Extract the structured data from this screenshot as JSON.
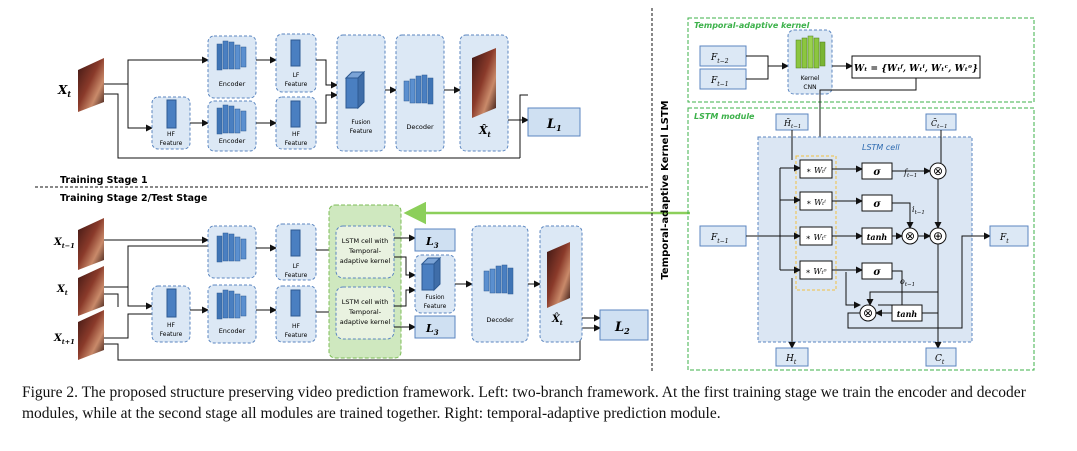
{
  "left": {
    "inputs": {
      "x": "X",
      "x_sub": "t",
      "xt_prev": "X",
      "xt_prev_sub": "t−1",
      "xt": "X",
      "xt_sub": "t",
      "xt_next": "X",
      "xt_next_sub": "t+1"
    },
    "stage1": {
      "encoder_top": "Encoder",
      "encoder_bottom": "Encoder",
      "lf_feature": [
        "LF",
        "Feature"
      ],
      "hf_feature_top": [
        "HF",
        "Feature"
      ],
      "hf_feature_left": [
        "HF",
        "Feature"
      ],
      "fusion_feature": [
        "Fusion",
        "Feature"
      ],
      "decoder": "Decoder",
      "xhat": "X̂",
      "xhat_sub": "t",
      "loss": "L",
      "loss_sub": "1",
      "label": "Training Stage 1"
    },
    "stage2": {
      "label": "Training Stage 2/Test Stage",
      "encoder_bottom": "Encoder",
      "lf_feature": [
        "LF",
        "Feature"
      ],
      "hf_feature_top": [
        "HF",
        "Feature"
      ],
      "hf_feature_left": [
        "HF",
        "Feature"
      ],
      "lstm_top": [
        "LSTM cell with",
        "Temporal-",
        "adaptive kernel"
      ],
      "lstm_bottom": [
        "LSTM cell with",
        "Temporal-",
        "adaptive kernel"
      ],
      "loss3_top": "L",
      "loss3_bottom": "L",
      "loss3_sub": "3",
      "fusion_feature": [
        "Fusion",
        "Feature"
      ],
      "decoder": "Decoder",
      "xhat": "X̂",
      "xhat_sub": "t",
      "loss2": "L",
      "loss2_sub": "2"
    }
  },
  "right": {
    "vertical_title": "Temporal-adaptive Kernel LSTM",
    "kernel_section": {
      "title": "Temporal-adaptive kernel",
      "f_prev2": "F",
      "f_prev2_sub": "t−2",
      "f_prev1": "F",
      "f_prev1_sub": "t−1",
      "cnn_label": [
        "Kernel",
        "CNN"
      ],
      "wt_formula": "Wₜ = {Wₜᶠ, Wₜⁱ, Wₜᶜ, Wₜᵒ}"
    },
    "lstm_section": {
      "title": "LSTM module",
      "cell_title": "LSTM cell",
      "h_prev": "H̄",
      "h_prev_sub": "t−1",
      "c_prev": "C̄",
      "c_prev_sub": "t−1",
      "f_in": "F",
      "f_in_sub": "t−1",
      "f_out": "F",
      "f_out_sub": "t",
      "h_out": "H",
      "h_out_sub": "t",
      "c_out": "C",
      "c_out_sub": "t",
      "weights": [
        "∗ Wₜᶠ",
        "∗ Wₜⁱ",
        "∗ Wₜᶜ",
        "∗ Wₜᵒ"
      ],
      "sigma": "σ",
      "tanh": "tanh",
      "gate_f": "f",
      "gate_f_sub": "t−1",
      "gate_i": "i",
      "gate_i_sub": "t−1",
      "gate_o": "o",
      "gate_o_sub": "t−1",
      "times": "⊗",
      "plus": "⊕"
    }
  },
  "caption": "Figure 2. The proposed structure preserving video prediction framework. Left: two-branch framework. At the first training stage we train the encoder and decoder modules, while at the second stage all modules are trained together. Right: temporal-adaptive prediction module.",
  "colors": {
    "box_fill": "#dce8f5",
    "box_stroke": "#5b86c0",
    "block_blue": "#4a7fc1",
    "lstm_green_fill": "#cfe8bf",
    "lstm_green_stroke": "#7cbd57",
    "green_dash": "#3cb14a",
    "cell_fill": "#dbe6f3",
    "kernel_green": "#8cc63f",
    "gate_yellow": "#f0c040"
  }
}
